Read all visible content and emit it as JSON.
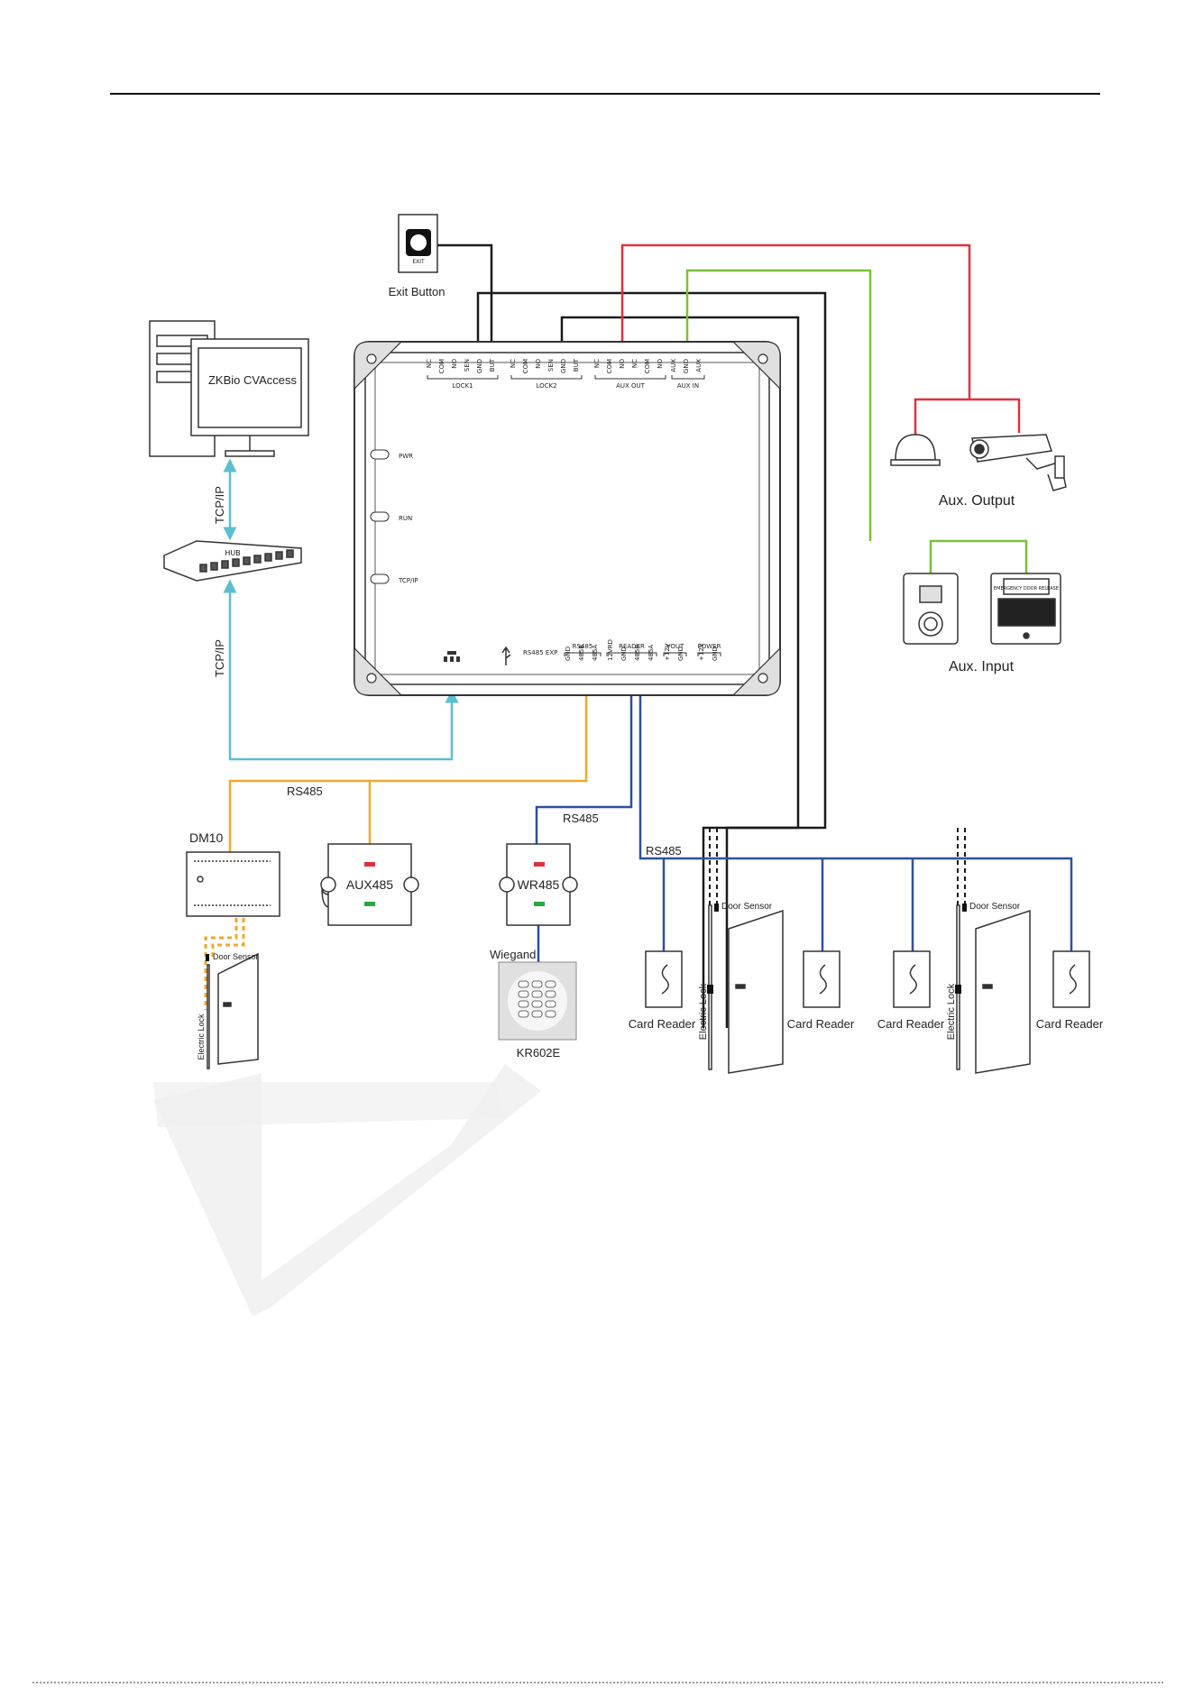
{
  "labels": {
    "exit_button": "Exit Button",
    "exit_text": "EXIT",
    "software_name": "ZKBio CVAccess",
    "tcpip_upper": "TCP/IP",
    "tcpip_lower": "TCP/IP",
    "hub_text": "HUB",
    "aux_output": "Aux. Output",
    "aux_input": "Aux. Input",
    "emergency_text": "EMERGENCY DOOR RELEASE",
    "rs485_left": "RS485",
    "rs485_middle": "RS485",
    "rs485_right": "RS485",
    "dm10": "DM10",
    "aux485": "AUX485",
    "wr485": "WR485",
    "wiegand": "Wiegand",
    "kr602e": "KR602E",
    "door_sensor_1": "Door Sensor",
    "door_sensor_2": "Door Sensor",
    "door_sensor_3": "Door Sensor",
    "electric_lock_1": "Electric Lock",
    "electric_lock_2": "Electric Lock",
    "electric_lock_3": "Electric Lock",
    "card_reader_1": "Card Reader",
    "card_reader_2": "Card Reader",
    "card_reader_3": "Card Reader",
    "card_reader_4": "Card Reader"
  },
  "panel": {
    "terminals_top": [
      "NC",
      "COM",
      "NO",
      "SEN",
      "GND",
      "BUT",
      "NC",
      "COM",
      "NO",
      "SEN",
      "GND",
      "BUT",
      "NC",
      "COM",
      "NO",
      "NC",
      "COM",
      "NO",
      "AUX",
      "GND",
      "AUX"
    ],
    "groups_top": [
      "LOCK1",
      "LOCK2",
      "AUX OUT",
      "AUX IN"
    ],
    "leds": [
      "PWR",
      "RUN",
      "TCP/IP"
    ],
    "rs485_exp": "RS485 EXP",
    "terminals_bottom": [
      "GND",
      "485B",
      "485A",
      "12VRD",
      "GND",
      "485B",
      "485A",
      "+12V",
      "GND",
      "+12V",
      "GND"
    ],
    "groups_bottom": [
      "RS485",
      "READER",
      "VOUT",
      "POWER"
    ]
  },
  "colors": {
    "black": "#1a1a1a",
    "red": "#e0303f",
    "green": "#7cbf3a",
    "cyan": "#5bbfd0",
    "orange": "#f0a82a",
    "blue": "#2f4fa0",
    "device_line": "#333333",
    "gray_fill": "#e6e6e6"
  }
}
